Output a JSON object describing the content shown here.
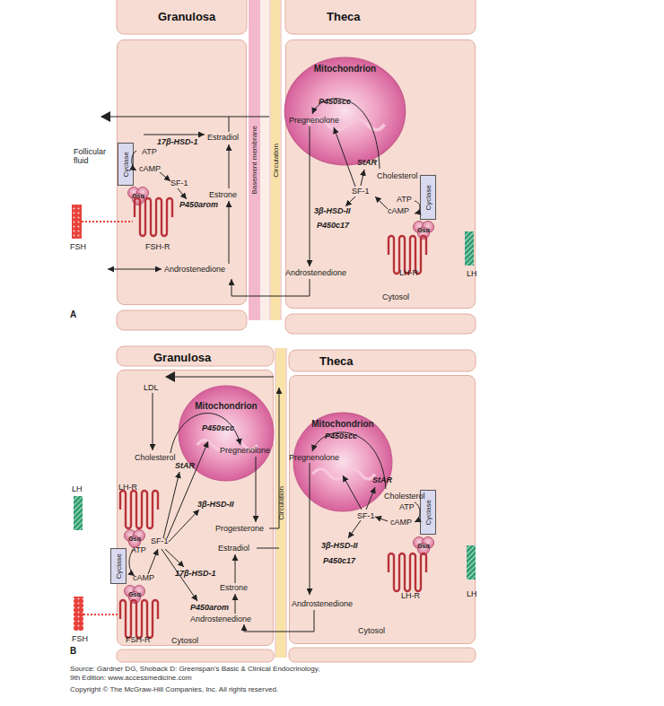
{
  "diagram": {
    "caption": "Source: Gardner DG, Shoback D: Greenspan's Basic & Clinical Endocrinology, 9th Edition: www.accessmedicine.com",
    "nodes": [
      {
        "text": [
          "Granulosa"
        ]
      },
      {
        "text": [
          "Basement membrane"
        ]
      },
      {
        "text": [
          "Circulation"
        ]
      },
      {
        "text": [
          "Theca",
          "Cytosol"
        ]
      },
      {
        "text": [
          "Mitochondrion"
        ],
        "in": 3
      },
      {
        "text": [
          "Cyclase"
        ],
        "in": 0
      },
      {
        "text": [
          "Gsα"
        ],
        "in": 0
      },
      {
        "text": [
          "Cyclase"
        ],
        "in": 3
      },
      {
        "text": [
          "Gsα"
        ],
        "in": 3
      },
      {
        "text": [
          "Granulosa",
          "Cytosol"
        ]
      },
      {
        "text": [
          "Mitochondrion"
        ],
        "in": 9
      },
      {
        "text": [
          "Cyclase"
        ],
        "in": 9
      },
      {
        "text": [
          "Gsα"
        ],
        "in": 9
      },
      {
        "text": [
          "Gsα"
        ],
        "in": 9
      },
      {
        "text": [
          "Circulation"
        ]
      },
      {
        "text": [
          "Theca",
          "Cytosol"
        ]
      },
      {
        "text": [
          "Mitochondrion"
        ],
        "in": 15
      },
      {
        "text": [
          "Cyclase"
        ],
        "in": 15
      },
      {
        "text": [
          "Gsα"
        ],
        "in": 15
      }
    ],
    "labels": [
      "Follicular fluid",
      "ATP",
      "cAMP",
      "SF-1",
      "P450arom",
      "17β-HSD-1",
      "Estradiol",
      "Estrone",
      "Androstenedione",
      "FSH",
      "FSH-R",
      "P450scc",
      "Pregnenolone",
      "StAR",
      "Cholesterol",
      "SF-1",
      "ATP",
      "cAMP",
      "3β-HSD-II",
      "P450c17",
      "Androstenedione",
      "LH-R",
      "LH",
      "A",
      "LDL",
      "P450scc",
      "Pregnenolone",
      "Cholesterol",
      "StAR",
      "LH",
      "LH-R",
      "3β-HSD-II",
      "Progesterone",
      "ATP",
      "SF-1",
      "cAMP",
      "Estradiol",
      "17β-HSD-1",
      "Estrone",
      "P450arom",
      "Androstenedione",
      "FSH",
      "FSH-R",
      "P450scc",
      "Pregnenolone",
      "StAR",
      "Cholesterol",
      "ATP",
      "SF-1",
      "cAMP",
      "3β-HSD-II",
      "P450c17",
      "Androstenedione",
      "LH-R",
      "LH",
      "B",
      "Copyright © The McGraw-Hill Companies, Inc. All rights reserved."
    ]
  }
}
